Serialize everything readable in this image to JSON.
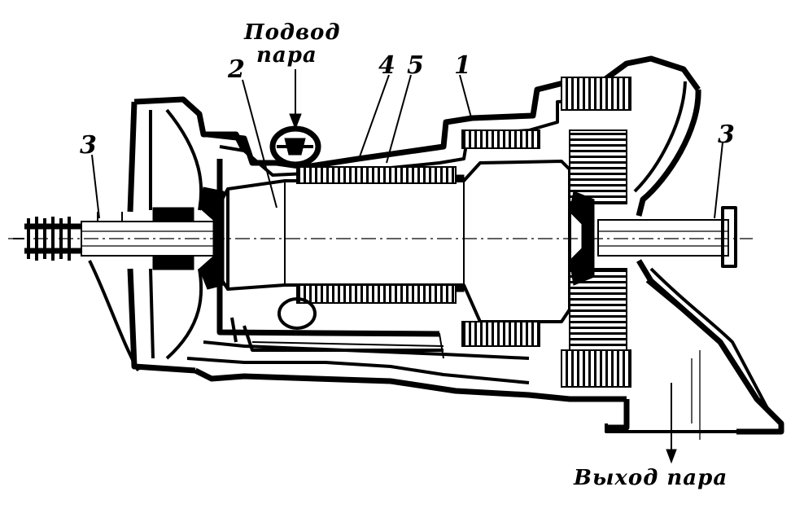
{
  "labels": {
    "steam_inlet_line1": "Подвод",
    "steam_inlet_line2": "пара",
    "steam_outlet": "Выход пара"
  },
  "callouts": {
    "rotor": "2",
    "seal_left": "3",
    "seal_right": "3",
    "blades_a": "4",
    "blades_b": "5",
    "casing": "1"
  }
}
